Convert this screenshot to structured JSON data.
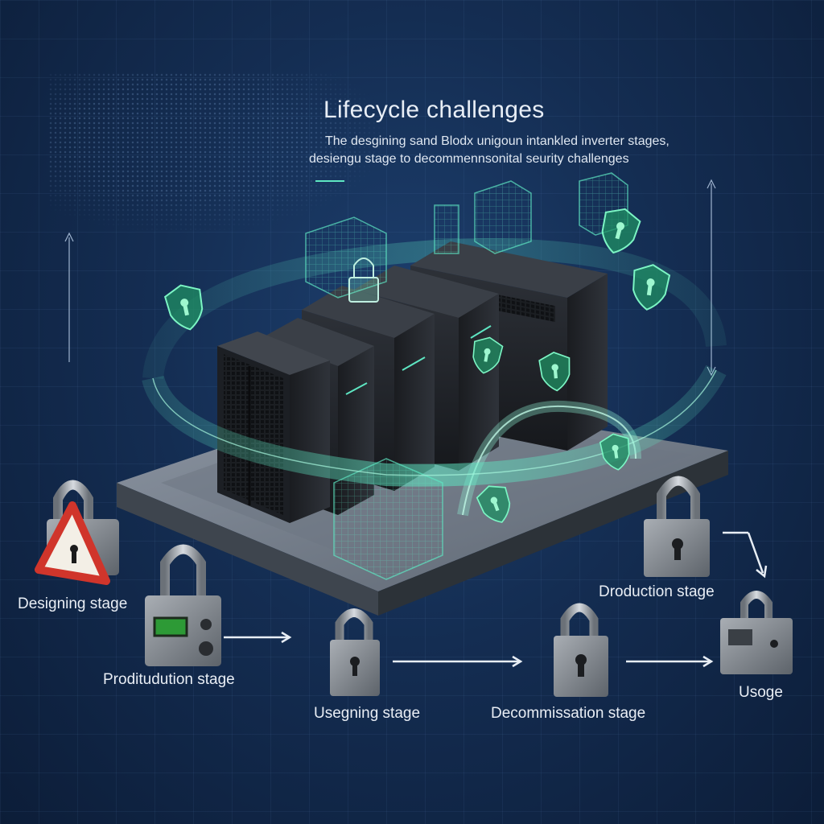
{
  "title": "Lifecycle challenges",
  "subtitle": {
    "line1": "The desgining sand Blodx unigoun intankled inverter stages,",
    "line2": "desiengu stage to decommennsonital seurity challenges"
  },
  "stages": {
    "designing": "Designing stage",
    "production": "Proditudution stage",
    "using": "Usegning stage",
    "decommission": "Decommissation stage",
    "production_right": "Droduction stage",
    "usage": "Usoge"
  },
  "colors": {
    "background": "#142d52",
    "accent": "#5ee6c2",
    "shield": "#3ecf8e",
    "warning": "#d0352b"
  }
}
